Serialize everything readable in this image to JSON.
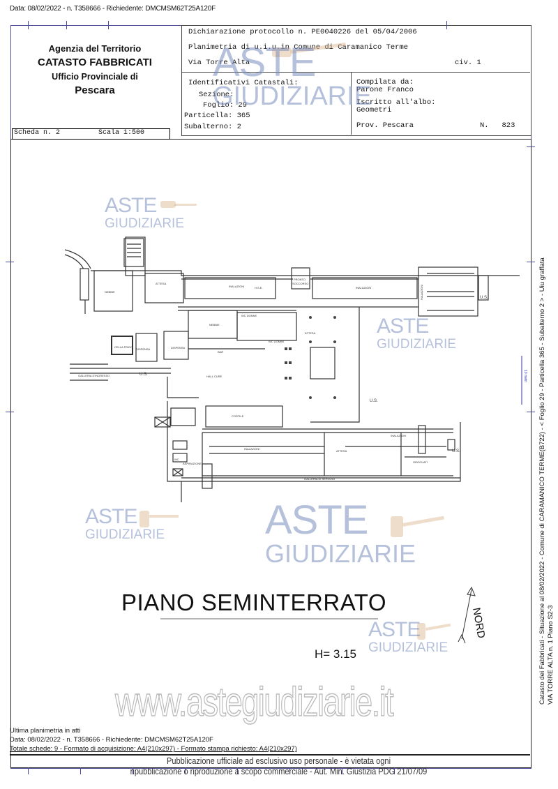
{
  "top_line": "Data: 08/02/2022 - n. T358666 - Richiedente: DMCMSM62T25A120F",
  "header": {
    "agency": "Agenzia del Territorio",
    "catasto": "CATASTO FABBRICATI",
    "ufficio": "Ufficio Provinciale di",
    "provincia": "Pescara",
    "scheda": "Scheda n. 2",
    "scala": "Scala 1:500",
    "dichiarazione": "Dichiarazione protocollo n. PE0040226 del 05/04/2006",
    "planimetria": "Planimetria di u.i.u.in Comune di Caramanico Terme",
    "via": "Via Torre Alta",
    "civico": "civ. 1",
    "identificativi": "Identificativi Catastali:",
    "sezione": "Sezione:",
    "foglio": "Foglio: 29",
    "particella": "Particella: 365",
    "subalterno": "Subalterno: 2",
    "compilata_label": "Compilata da:",
    "compilata_nome": "Parone Franco",
    "iscritto_label": "Iscritto all'albo:",
    "iscritto_valore": "Geometri",
    "prov": "Prov. Pescara",
    "numero": "N.   823"
  },
  "plan": {
    "labels": {
      "nebbie1": "NEBBIE",
      "attesa1": "ATTESA",
      "inalazioni1": "INALAZIONI",
      "hse": "H.S.E.",
      "pronto": "PRONTO",
      "soccorso": "SOCCORSO",
      "inalazioni2": "INALAZIONI",
      "inalazioni3": "INALAZIONI",
      "nebbie2": "NEBBIE",
      "wc_donne": "WC DONNE",
      "wc_uomini": "WC UOMINI",
      "bar": "BAR",
      "cella_frigo": "CELLA FRIGO",
      "dispensa1": "DISPENSA",
      "dispensa2": "DISPENSA",
      "galleria_ingresso": "GALLERIA D'INGRESSO",
      "hall_cure": "HALL CURE",
      "attesa2": "ATTESA",
      "cortile": "CORTILE",
      "inalazioni4": "INALAZIONI",
      "attesa3": "ATTESA",
      "inalazioni5": "INALAZIONI",
      "gargarismi": "GROGUATI",
      "aspirazione": "ASPIRAZIONE",
      "wc": "WC",
      "galleria_servizio": "GALLERIA DI SERVIZIO",
      "us": "U.S."
    },
    "title": "PIANO SEMINTERRATO",
    "height": "H= 3.15",
    "north": "NORD",
    "scale_mark": "10 metri"
  },
  "side_text": {
    "line1": "Catasto dei Fabbricati - Situazione al 08/02/2022 - Comune di CARAMANICO TERME(B722) - < Foglio 29 - Particella 365 - Subalterno 2 > - Uiu graffata",
    "line2": "VIA TORRE ALTA n. 1 Piano S2-3"
  },
  "footer": {
    "ultima": "Ultima planimetria in atti",
    "data": "Data: 08/02/2022 - n. T358666 - Richiedente: DMCMSM62T25A120F",
    "totale": "Totale schede: 9 - Formato di acquisizione: A4(210x297) - Formato stampa richiesto: A4(210x297)",
    "pub1": "Pubblicazione ufficiale ad esclusivo uso personale - è vietata ogni",
    "pub2": "ripubblicazione o riproduzione a scopo commerciale - Aut. Min. Giustizia PDG 21/07/09"
  },
  "watermark": {
    "aste": "ASTE",
    "giudiziarie": "GIUDIZIARIE",
    "url": "www.astegiudiziarie.it"
  }
}
